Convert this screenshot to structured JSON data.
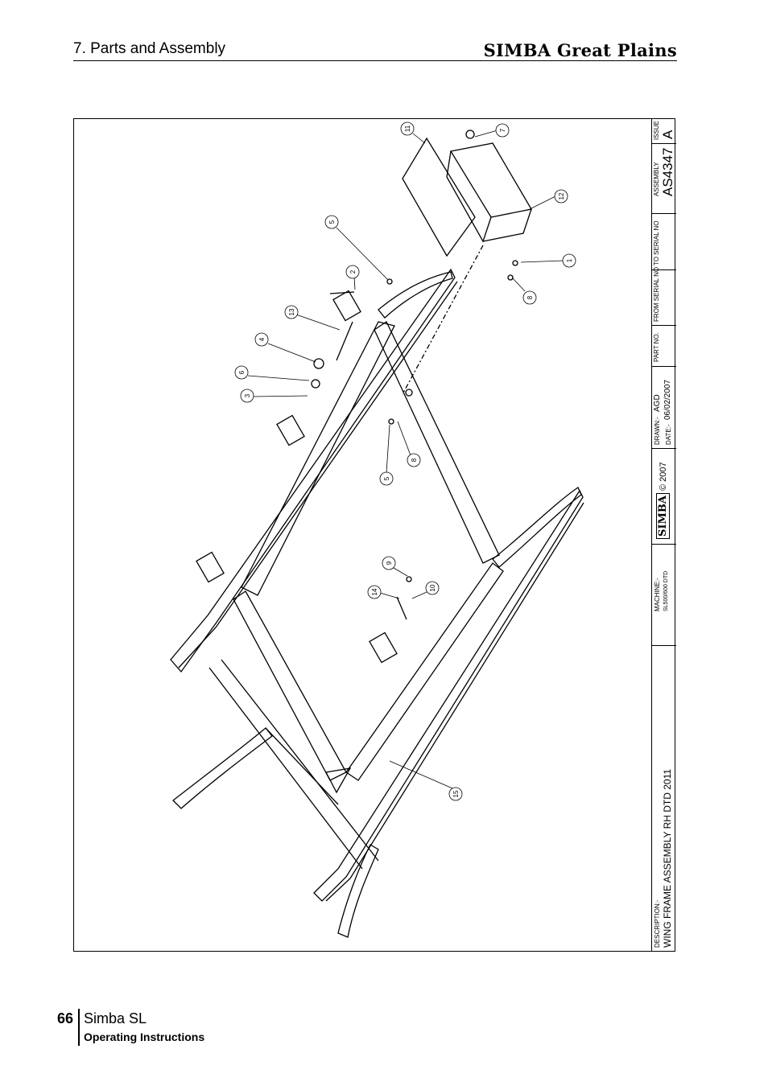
{
  "header": {
    "section": "7. Parts and Assembly",
    "brand": "SIMBA Great Plains"
  },
  "drawing": {
    "callouts": [
      "11",
      "7",
      "12",
      "5",
      "2",
      "13",
      "4",
      "6",
      "3",
      "1",
      "8",
      "8",
      "5",
      "9",
      "14",
      "10",
      "15"
    ]
  },
  "title_block": {
    "issue_label": "ISSUE",
    "issue_value": "A",
    "assembly_label": "ASSEMBLY",
    "assembly_value": "AS4347",
    "to_serial_label": "TO SERIAL NO",
    "from_serial_label": "FROM SERIAL NO",
    "part_no_label": "PART NO.",
    "drawn_label": "DRAWN:-",
    "drawn_value": "AGD",
    "date_label": "DATE:-",
    "date_value": "06/02/2007",
    "copyright": "© 2007",
    "logo_text": "SIMBA",
    "machine_label": "MACHINE:-",
    "machine_value": "SL500/600 DTD",
    "description_label": "DESCRIPTION:-",
    "description_value": "WING FRAME ASSEMBLY RH DTD 2011"
  },
  "footer": {
    "page_number": "66",
    "title": "Simba SL",
    "subtitle": "Operating Instructions"
  }
}
